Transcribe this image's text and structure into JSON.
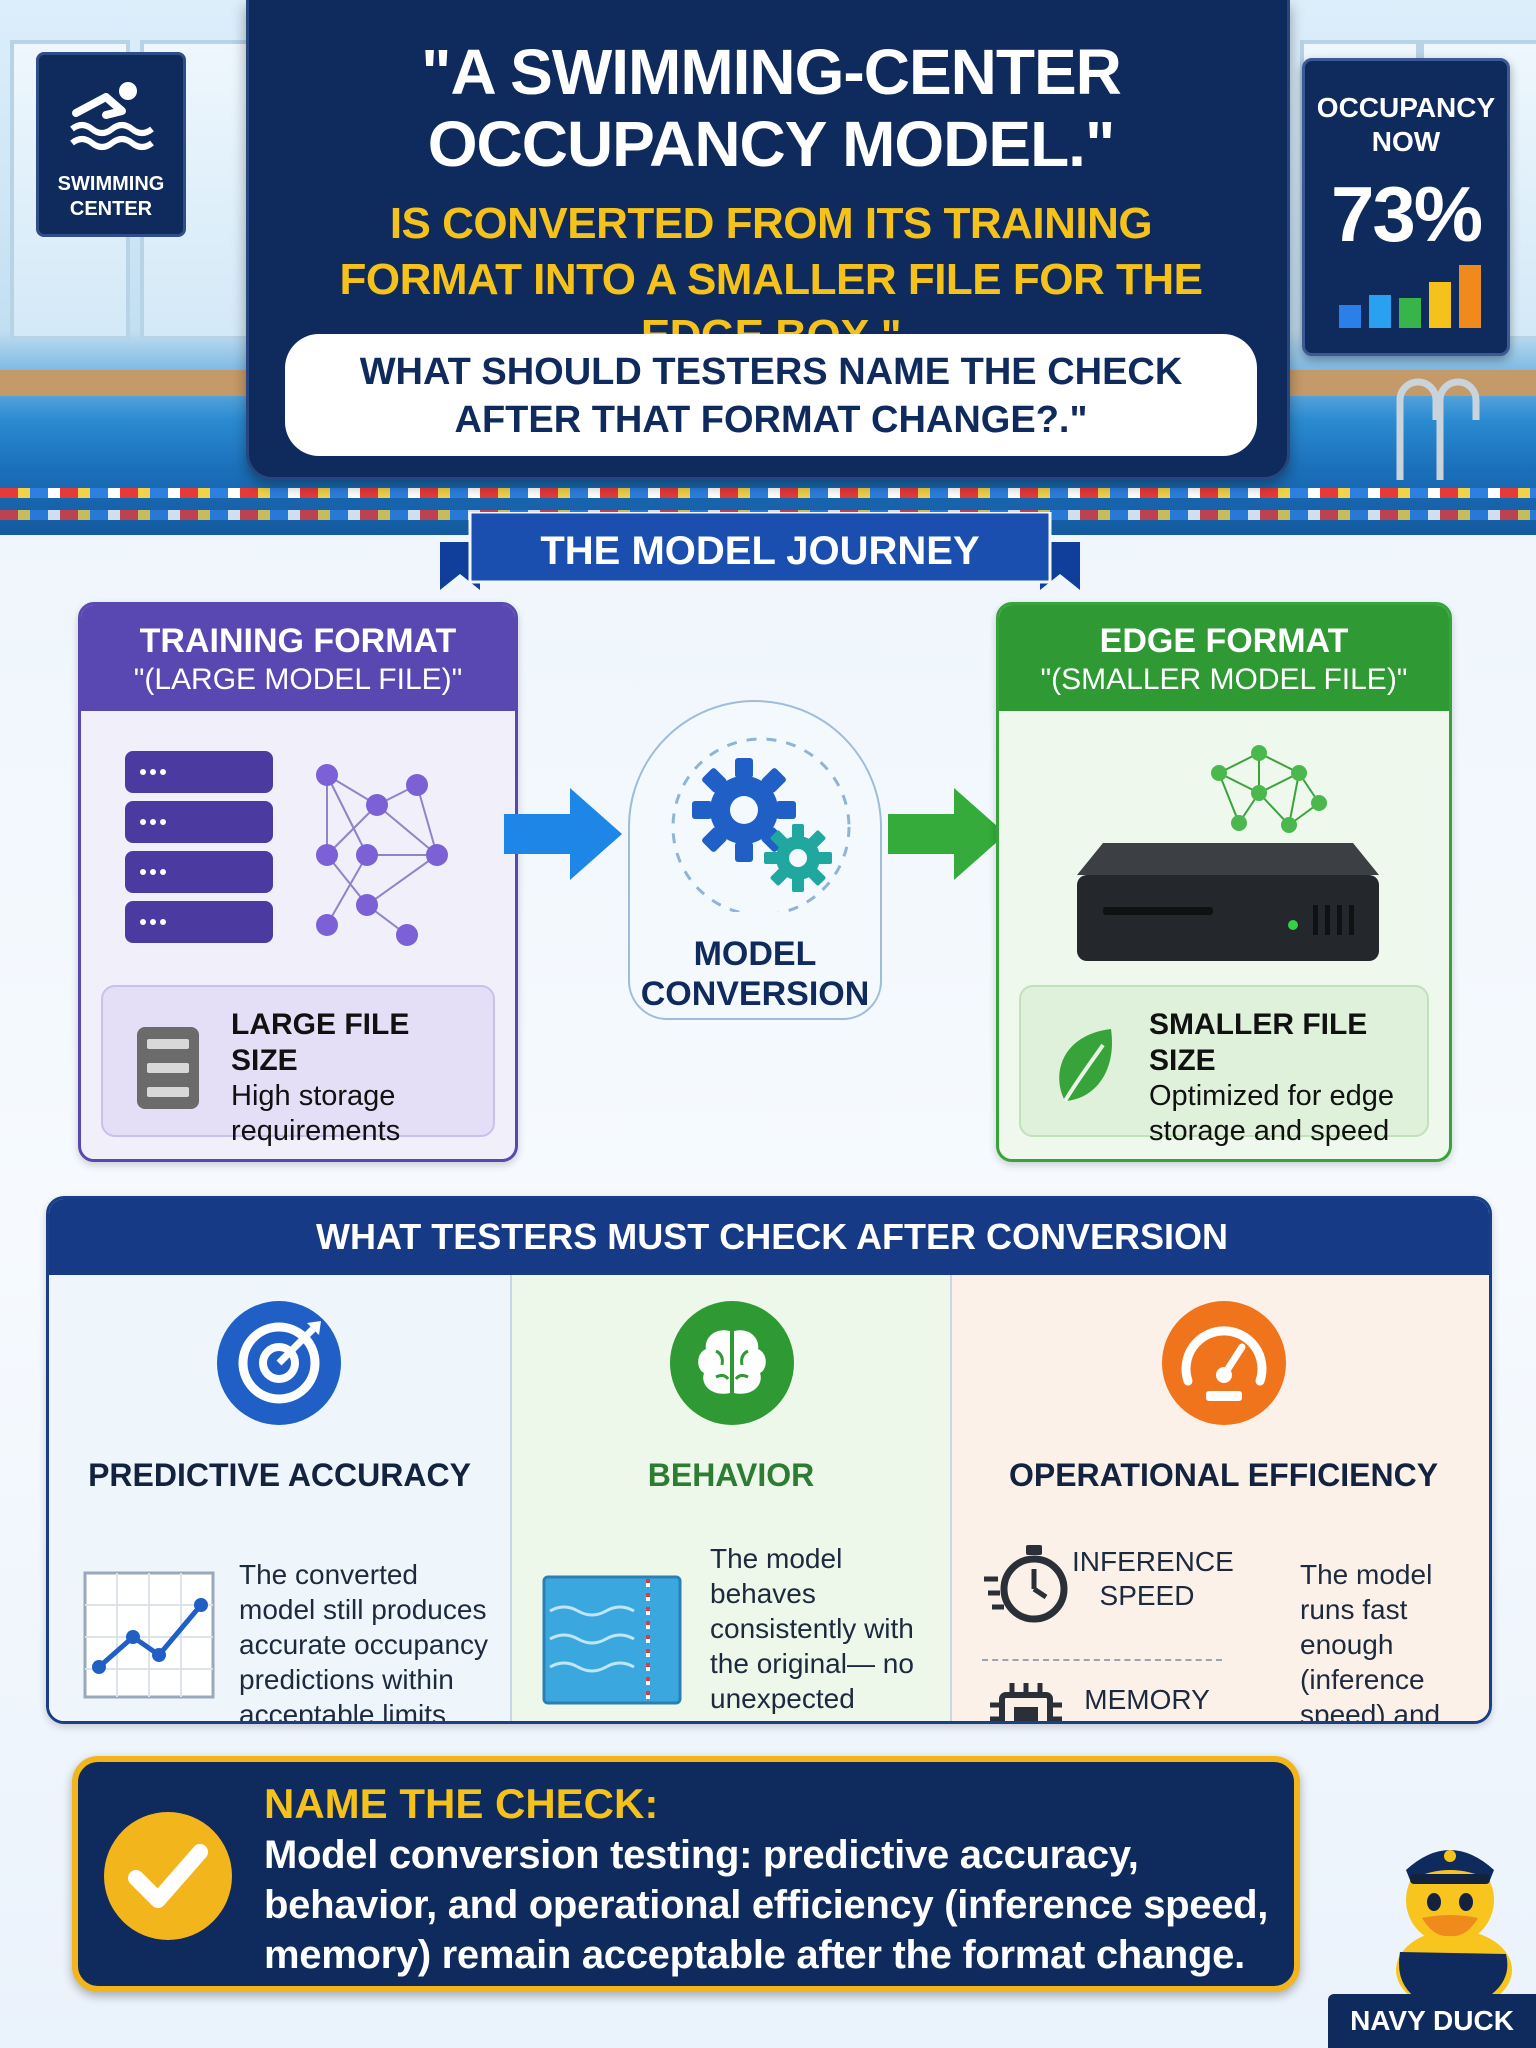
{
  "header": {
    "title": "\"A SWIMMING-CENTER OCCUPANCY MODEL.\"",
    "subtitle": "IS CONVERTED FROM ITS TRAINING FORMAT INTO A SMALLER FILE FOR THE EDGE BOX.\"",
    "question": "WHAT SHOULD TESTERS NAME THE CHECK AFTER THAT FORMAT CHANGE?.\""
  },
  "swim_badge": {
    "line1": "SWIMMING",
    "line2": "CENTER",
    "icon": "swimmer-icon"
  },
  "occupancy_badge": {
    "line1": "OCCUPANCY",
    "line2": "NOW",
    "value": "73%",
    "icon": "bar-chart-icon",
    "bars": [
      {
        "color": "#2a7fe8",
        "level": 0.35
      },
      {
        "color": "#2aa0f0",
        "level": 0.5
      },
      {
        "color": "#37b44a",
        "level": 0.45
      },
      {
        "color": "#f5c21b",
        "level": 0.7
      },
      {
        "color": "#f08a1c",
        "level": 0.95
      }
    ]
  },
  "journey": {
    "ribbon_label": "THE MODEL JOURNEY",
    "training": {
      "title": "TRAINING FORMAT",
      "subtitle": "\"(LARGE MODEL FILE)\"",
      "info_title": "LARGE FILE SIZE",
      "info_text": "High storage requirements",
      "color": "#5a48b2"
    },
    "conversion": {
      "line1": "MODEL",
      "line2": "CONVERSION",
      "icon": "gears-icon"
    },
    "edge": {
      "title": "EDGE FORMAT",
      "subtitle": "\"(SMALLER MODEL FILE)\"",
      "info_title": "SMALLER FILE SIZE",
      "info_text": "Optimized for edge storage and speed",
      "color": "#2f9a34"
    }
  },
  "checks": {
    "heading": "WHAT TESTERS MUST CHECK AFTER CONVERSION",
    "accuracy": {
      "title": "PREDICTIVE ACCURACY",
      "text": "The converted model still produces accurate occupancy predictions within acceptable limits.",
      "icon": "target-icon",
      "color": "#1f5fc6"
    },
    "behavior": {
      "title": "BEHAVIOR",
      "text": "The model behaves consistently with the original— no unexpected changes in outputs or responses.",
      "icon": "brain-icon",
      "color": "#2f9a34"
    },
    "efficiency": {
      "title": "OPERATIONAL EFFICIENCY",
      "inference_label": "INFERENCE SPEED",
      "memory_label": "MEMORY USAGE",
      "text": "The model runs fast enough (inference speed) and uses acceptable memory on the edge box.",
      "icon": "speedometer-icon",
      "color": "#f0741c"
    }
  },
  "answer": {
    "title": "NAME THE CHECK:",
    "body": "Model conversion testing: predictive accuracy, behavior, and operational efficiency (inference speed, memory) remain acceptable after the format change."
  },
  "mascot": {
    "label": "NAVY DUCK",
    "icon": "duck-mascot-icon"
  }
}
